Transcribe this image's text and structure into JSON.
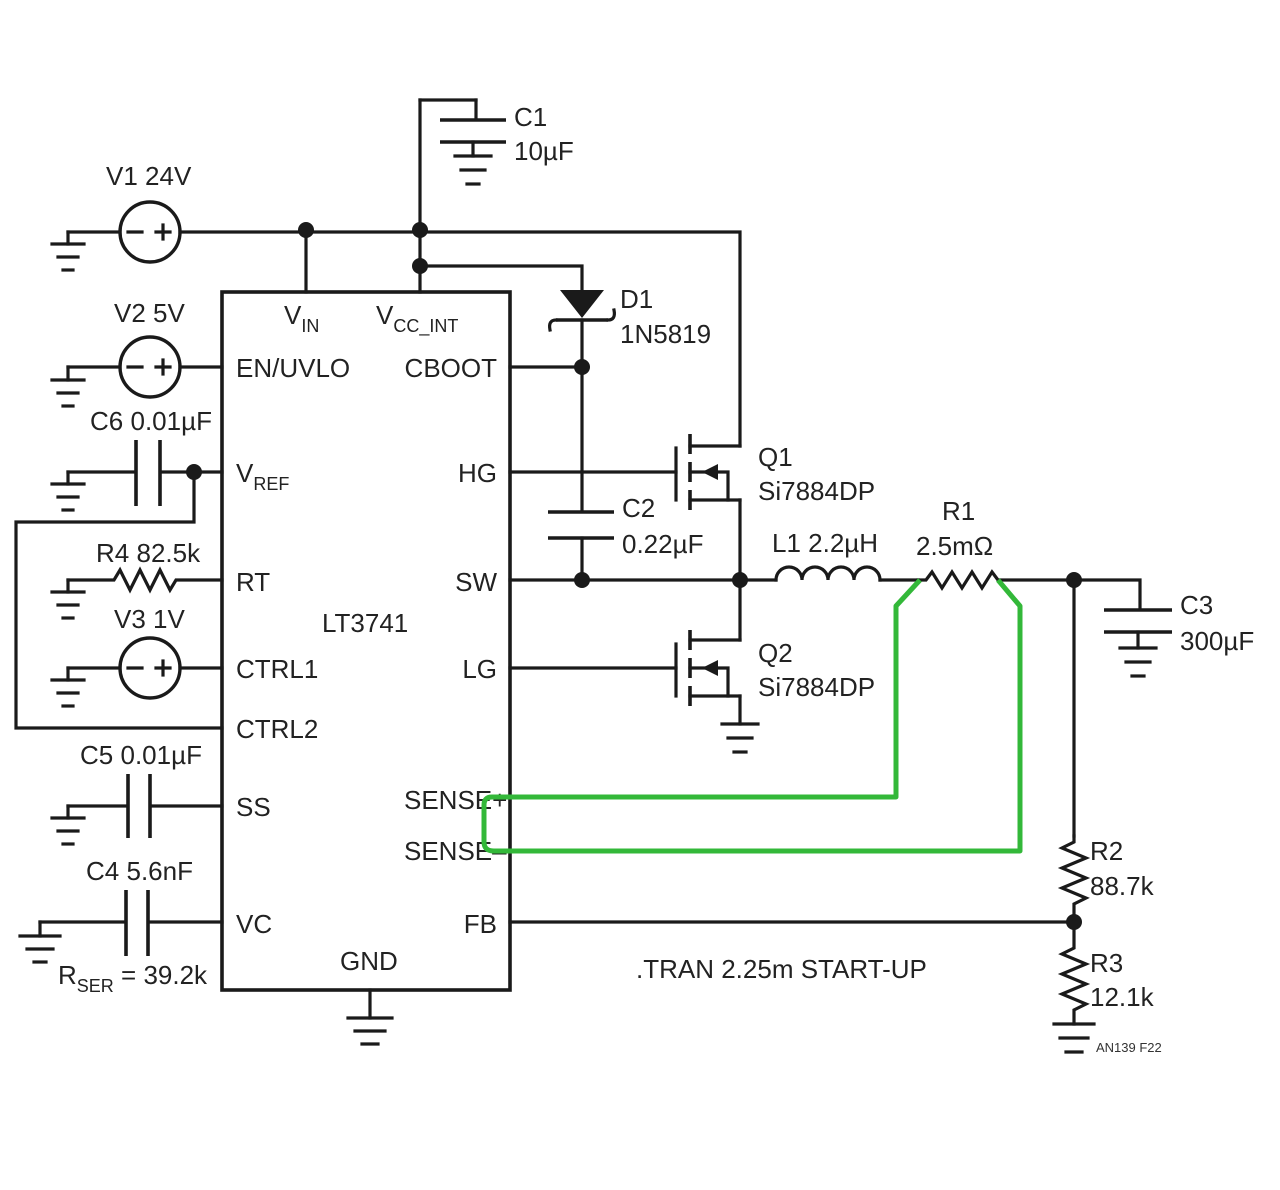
{
  "ic": {
    "name": "LT3741",
    "pins_left": {
      "en_uvlo": "EN/UVLO",
      "vref_main": "V",
      "vref_sub": "REF",
      "rt": "RT",
      "ctrl1": "CTRL1",
      "ctrl2": "CTRL2",
      "ss": "SS",
      "vc": "VC"
    },
    "pins_top": {
      "vin_main": "V",
      "vin_sub": "IN",
      "vcc_main": "V",
      "vcc_sub": "CC_INT"
    },
    "pins_right": {
      "cboot": "CBOOT",
      "hg": "HG",
      "sw": "SW",
      "lg": "LG",
      "sense_plus": "SENSE+",
      "sense_minus": "SENSE–",
      "fb": "FB"
    },
    "pin_bottom": "GND"
  },
  "components": {
    "v1": {
      "name": "V1",
      "value": "24V"
    },
    "v2": {
      "name": "V2",
      "value": "5V"
    },
    "v3": {
      "name": "V3",
      "value": "1V"
    },
    "c1": {
      "name": "C1",
      "value": "10µF"
    },
    "c2": {
      "name": "C2",
      "value": "0.22µF"
    },
    "c3": {
      "name": "C3",
      "value": "300µF"
    },
    "c4": {
      "name": "C4",
      "value": "5.6nF"
    },
    "c5": {
      "name": "C5",
      "value": "0.01µF"
    },
    "c6": {
      "name": "C6",
      "value": "0.01µF"
    },
    "d1": {
      "name": "D1",
      "value": "1N5819"
    },
    "q1": {
      "name": "Q1",
      "value": "Si7884DP"
    },
    "q2": {
      "name": "Q2",
      "value": "Si7884DP"
    },
    "l1": {
      "name": "L1",
      "value": "2.2µH"
    },
    "r1": {
      "name": "R1",
      "value": "2.5mΩ"
    },
    "r2": {
      "name": "R2",
      "value": "88.7k"
    },
    "r3": {
      "name": "R3",
      "value": "12.1k"
    },
    "r4": {
      "name": "R4",
      "value": "82.5k"
    },
    "rser": {
      "main": "R",
      "sub": "SER",
      "value": "= 39.2k"
    }
  },
  "directive": ".TRAN 2.25m START-UP",
  "figure_id": "AN139 F22",
  "colors": {
    "wire": "#1a1a1a",
    "highlight": "#33b839",
    "background": "#ffffff"
  }
}
